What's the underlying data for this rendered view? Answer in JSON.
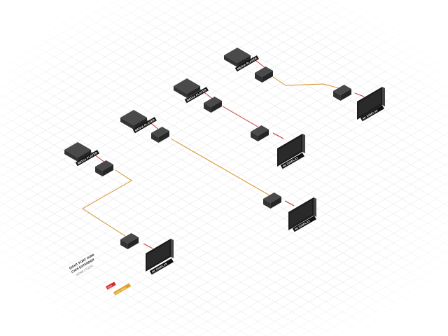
{
  "diagram": {
    "source_label": "MEDIA PLAYER",
    "display_label": "4K DISPLAY",
    "caption_line1": "EIGHT PORT HDMI",
    "caption_line2": "CAT6 EXTENDER",
    "caption_note": "HDMI / CAT6",
    "legend": [
      {
        "label": "HDMI",
        "color": "#d42a2a"
      },
      {
        "label": "CAT6 CABLE",
        "color": "#e0a020"
      }
    ],
    "colors": {
      "device": "#3a3a3a",
      "hdmi": "#c23a3a",
      "cat6": "#d4922a",
      "grid": "#e6e6e6"
    }
  }
}
